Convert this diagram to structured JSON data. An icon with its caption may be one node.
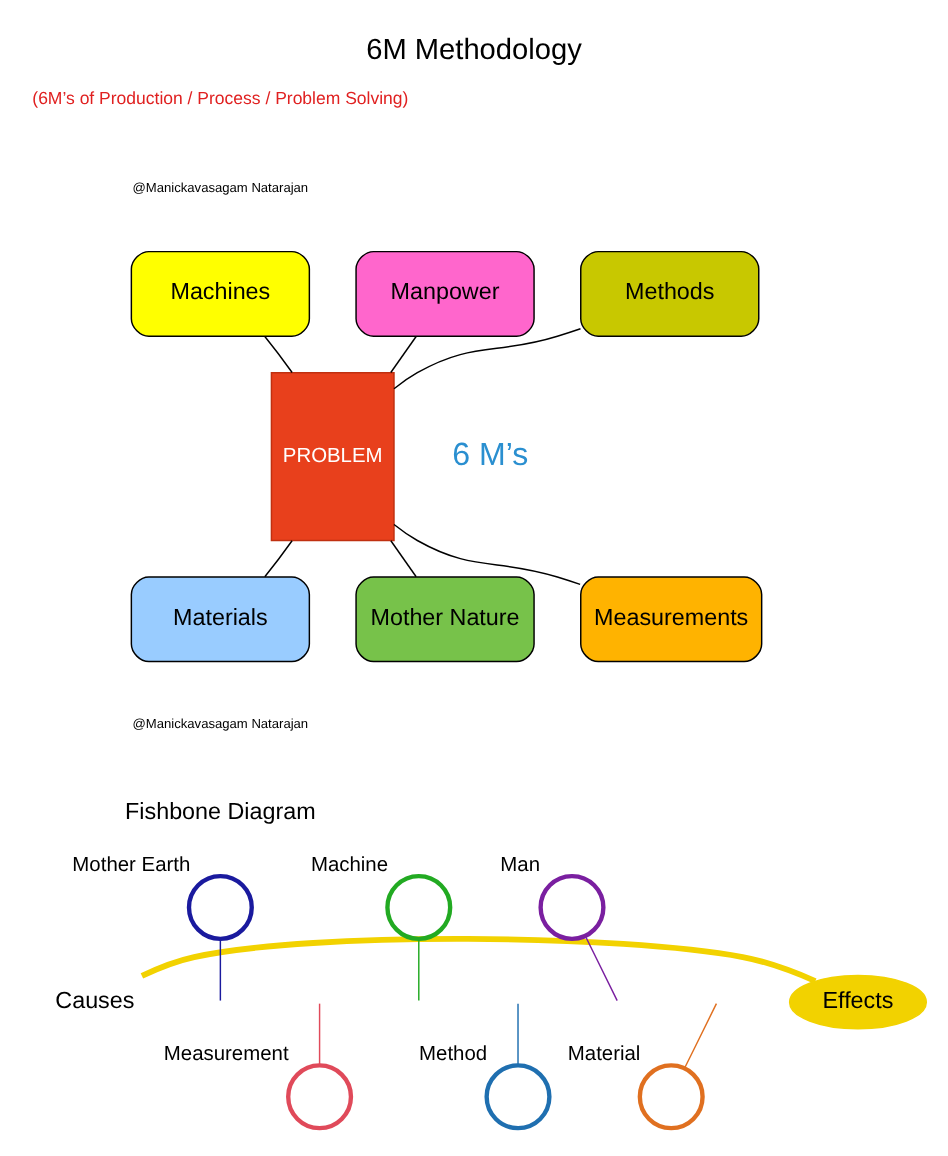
{
  "diagram": {
    "title": "6M Methodology",
    "nodes": [
      {
        "text": [
          "Machines"
        ]
      },
      {
        "text": [
          "Manpower"
        ]
      },
      {
        "text": [
          "Methods"
        ]
      },
      {
        "text": [
          "Materials"
        ]
      },
      {
        "text": [
          "Mother Nature"
        ]
      },
      {
        "text": [
          "Measurements"
        ]
      },
      {
        "text": [
          "PROBLEM"
        ]
      },
      {
        "text": [
          "Causes"
        ]
      },
      {
        "text": [
          "Effects"
        ]
      },
      {
        "text": [],
        "shape": "circle",
        "beside": [
          "Mother Earth"
        ]
      },
      {
        "text": [],
        "shape": "circle",
        "beside": [
          "Machine"
        ]
      },
      {
        "text": [],
        "shape": "circle",
        "beside": [
          "Man"
        ]
      },
      {
        "text": [],
        "shape": "circle",
        "beside": [
          "Measurement"
        ]
      },
      {
        "text": [],
        "shape": "circle",
        "beside": [
          "Method"
        ]
      },
      {
        "text": [],
        "shape": "circle",
        "beside": [
          "Material"
        ]
      }
    ],
    "edges": [
      {
        "from": 0,
        "to": 6,
        "arrow": "none"
      },
      {
        "from": 1,
        "to": 6,
        "arrow": "none"
      },
      {
        "from": 2,
        "to": 6,
        "arrow": "none"
      },
      {
        "from": 3,
        "to": 6,
        "arrow": "none"
      },
      {
        "from": 4,
        "to": 6,
        "arrow": "none"
      },
      {
        "from": 5,
        "to": 6,
        "arrow": "none"
      },
      {
        "from": 7,
        "to": 8,
        "arrow": "none",
        "style": "thick",
        "color": "#f2d200"
      },
      {
        "from": 9,
        "to": null,
        "arrow": "none",
        "color": "#1a1a9e"
      },
      {
        "from": 10,
        "to": null,
        "arrow": "none",
        "color": "#22aa22"
      },
      {
        "from": 11,
        "to": null,
        "arrow": "none",
        "color": "#7a1fa0"
      },
      {
        "from": 12,
        "to": null,
        "arrow": "none",
        "color": "#e04a5a"
      },
      {
        "from": 13,
        "to": null,
        "arrow": "none",
        "color": "#1f6fb0"
      },
      {
        "from": 14,
        "to": null,
        "arrow": "none",
        "color": "#e07020"
      }
    ],
    "labels": [
      "(6M’s of Production / Process / Problem Solving)",
      "@Manickavasagam Natarajan",
      "6 M’s",
      "@Manickavasagam Natarajan",
      "Fishbone Diagram"
    ]
  }
}
